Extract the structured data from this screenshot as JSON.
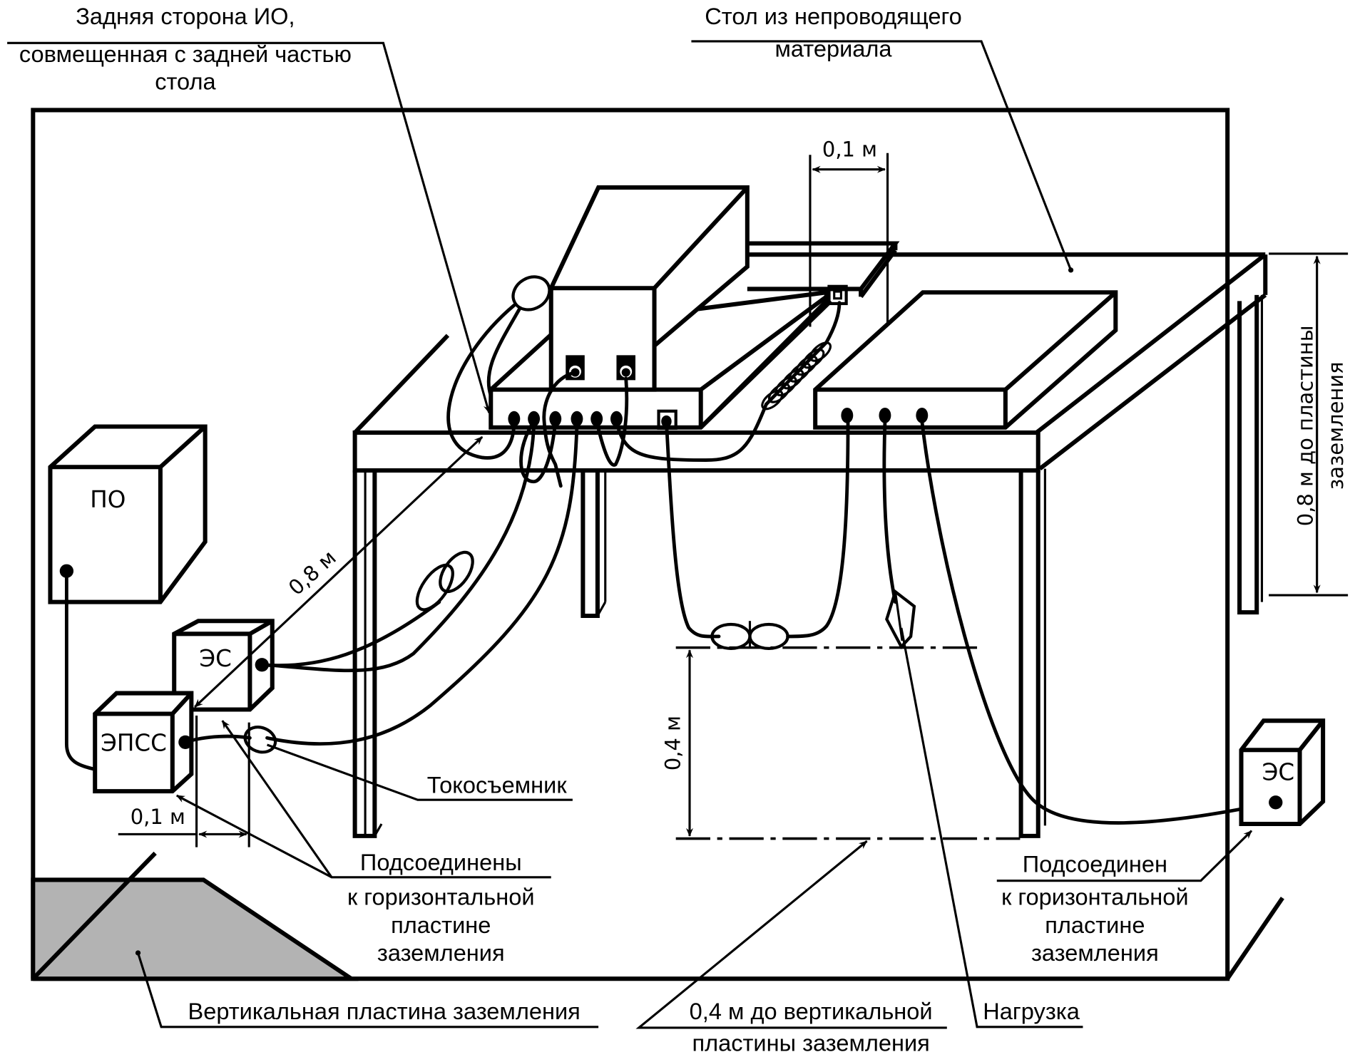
{
  "labels": {
    "back_side": [
      "Задняя сторона ИО,",
      "совмещенная с задней частью",
      "стола"
    ],
    "table_material": [
      "Стол из непроводящего",
      "материала"
    ],
    "current_probe": "Токосъемник",
    "connected_left": [
      "Подсоединены",
      "к горизонтальной",
      "пластине",
      "заземления"
    ],
    "connected_right": [
      "Подсоединен",
      "к горизонтальной",
      "пластине",
      "заземления"
    ],
    "vertical_plate": "Вертикальная пластина заземления",
    "distance_vertical": [
      "0,4 м до вертикальной",
      "пластины заземления"
    ],
    "load": "Нагрузка"
  },
  "boxes": {
    "po": "ПО",
    "es_left": "ЭС",
    "epss": "ЭПСС",
    "es_right": "ЭС"
  },
  "dimensions": {
    "table_gap": "0,1 м",
    "distance_diag": "0,8 м",
    "epss_gap": "0,1 м",
    "cable_height": "0,4 м",
    "height_to_plate": [
      "0,8 м до пластины",
      "заземления"
    ]
  },
  "colors": {
    "line": "#000000",
    "vertical_plate_fill": "#b3b3b3",
    "background": "#ffffff"
  }
}
